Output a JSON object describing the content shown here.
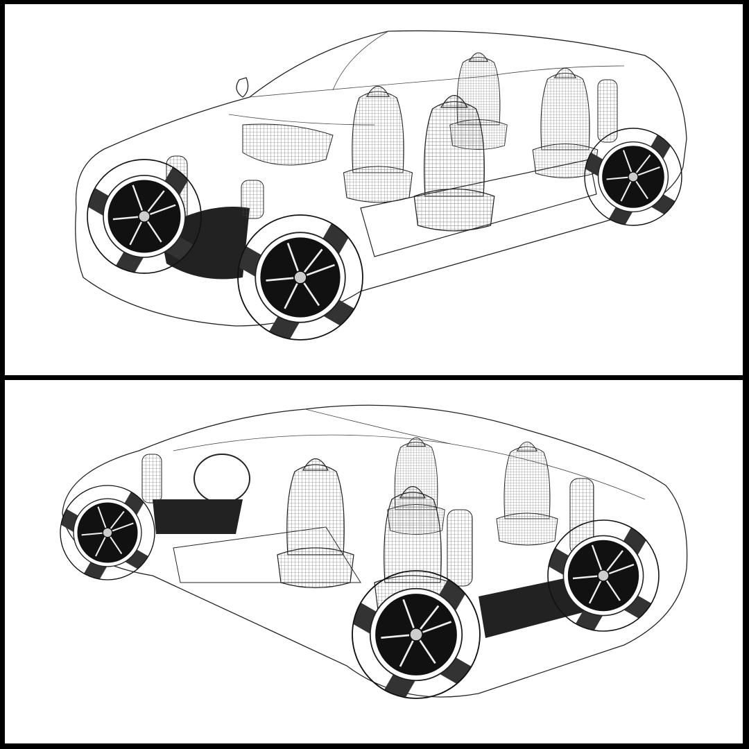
{
  "colors": {
    "frame": "#000000",
    "background": "#ffffff",
    "line": "#222222",
    "tire": "#111111"
  },
  "panels": [
    {
      "id": "top-view",
      "wheels": 3,
      "seats": 4
    },
    {
      "id": "bottom-view",
      "wheels": 3,
      "seats": 4
    }
  ]
}
